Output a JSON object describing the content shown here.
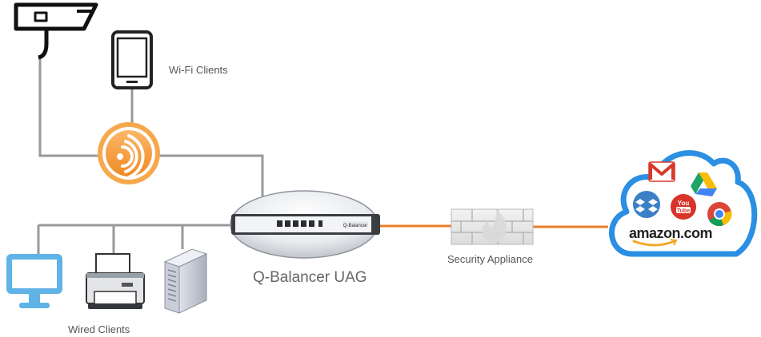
{
  "labels": {
    "wifi_clients": "Wi-Fi Clients",
    "wired_clients": "Wired Clients",
    "security_appliance": "Security Appliance",
    "qbalancer_uag": "Q-Balancer UAG"
  },
  "device": {
    "badge_text": "Q-Balancer"
  },
  "cloud": {
    "amazon_text": "amazon.com",
    "youtube_top": "You",
    "youtube_bottom": "Tube",
    "gmail_letter": "M"
  },
  "colors": {
    "network_line": "#999999",
    "internet_link": "#ee7d2a",
    "access_point": "#f39a3a",
    "cloud_border": "#2b8fe3",
    "monitor": "#5fb3e6",
    "youtube_red": "#d8342a",
    "gmail_red": "#d6382b",
    "dropbox_blue": "#3b7fc7"
  },
  "icons": [
    "security-camera-icon",
    "smartphone-icon",
    "wifi-access-point-icon",
    "monitor-icon",
    "printer-icon",
    "server-icon",
    "firewall-icon",
    "cloud-icon",
    "gmail-icon",
    "google-drive-icon",
    "dropbox-icon",
    "youtube-icon",
    "chrome-icon",
    "amazon-logo"
  ]
}
